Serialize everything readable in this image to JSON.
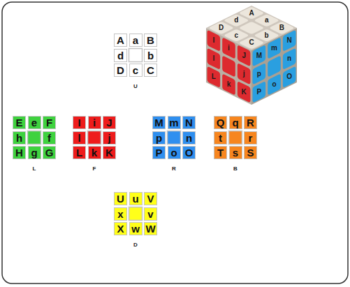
{
  "diagram": {
    "nodes": [
      {
        "text": [
          "U"
        ]
      },
      {
        "text": [
          "A"
        ],
        "in": 0
      },
      {
        "text": [
          "a"
        ],
        "in": 0
      },
      {
        "text": [
          "B"
        ],
        "in": 0
      },
      {
        "text": [
          "d"
        ],
        "in": 0
      },
      {
        "text": [
          "b"
        ],
        "in": 0
      },
      {
        "text": [
          "D"
        ],
        "in": 0
      },
      {
        "text": [
          "c"
        ],
        "in": 0
      },
      {
        "text": [
          "C"
        ],
        "in": 0
      },
      {
        "text": [
          "L"
        ]
      },
      {
        "text": [
          "E"
        ],
        "in": 9
      },
      {
        "text": [
          "e"
        ],
        "in": 9
      },
      {
        "text": [
          "F"
        ],
        "in": 9
      },
      {
        "text": [
          "h"
        ],
        "in": 9
      },
      {
        "text": [
          "f"
        ],
        "in": 9
      },
      {
        "text": [
          "H"
        ],
        "in": 9
      },
      {
        "text": [
          "g"
        ],
        "in": 9
      },
      {
        "text": [
          "G"
        ],
        "in": 9
      },
      {
        "text": [
          "F"
        ]
      },
      {
        "text": [
          "I"
        ],
        "in": 18
      },
      {
        "text": [
          "i"
        ],
        "in": 18
      },
      {
        "text": [
          "J"
        ],
        "in": 18
      },
      {
        "text": [
          "l"
        ],
        "in": 18
      },
      {
        "text": [
          "j"
        ],
        "in": 18
      },
      {
        "text": [
          "L"
        ],
        "in": 18
      },
      {
        "text": [
          "k"
        ],
        "in": 18
      },
      {
        "text": [
          "K"
        ],
        "in": 18
      },
      {
        "text": [
          "R"
        ]
      },
      {
        "text": [
          "M"
        ],
        "in": 27
      },
      {
        "text": [
          "m"
        ],
        "in": 27
      },
      {
        "text": [
          "N"
        ],
        "in": 27
      },
      {
        "text": [
          "p"
        ],
        "in": 27
      },
      {
        "text": [
          "n"
        ],
        "in": 27
      },
      {
        "text": [
          "P"
        ],
        "in": 27
      },
      {
        "text": [
          "o"
        ],
        "in": 27
      },
      {
        "text": [
          "O"
        ],
        "in": 27
      },
      {
        "text": [
          "B"
        ]
      },
      {
        "text": [
          "Q"
        ],
        "in": 36
      },
      {
        "text": [
          "q"
        ],
        "in": 36
      },
      {
        "text": [
          "R"
        ],
        "in": 36
      },
      {
        "text": [
          "t"
        ],
        "in": 36
      },
      {
        "text": [
          "r"
        ],
        "in": 36
      },
      {
        "text": [
          "T"
        ],
        "in": 36
      },
      {
        "text": [
          "s"
        ],
        "in": 36
      },
      {
        "text": [
          "S"
        ],
        "in": 36
      },
      {
        "text": [
          "D"
        ]
      },
      {
        "text": [
          "U"
        ],
        "in": 45
      },
      {
        "text": [
          "u"
        ],
        "in": 45
      },
      {
        "text": [
          "V"
        ],
        "in": 45
      },
      {
        "text": [
          "x"
        ],
        "in": 45
      },
      {
        "text": [
          "v"
        ],
        "in": 45
      },
      {
        "text": [
          "X"
        ],
        "in": 45
      },
      {
        "text": [
          "w"
        ],
        "in": 45
      },
      {
        "text": [
          "W"
        ],
        "in": 45
      }
    ],
    "labels": [
      "A",
      "a",
      "B",
      "d",
      "b",
      "D",
      "c",
      "C",
      "I",
      "i",
      "J",
      "l",
      "j",
      "L",
      "k",
      "K",
      "M",
      "m",
      "N",
      "p",
      "n",
      "P",
      "o",
      "O"
    ]
  }
}
